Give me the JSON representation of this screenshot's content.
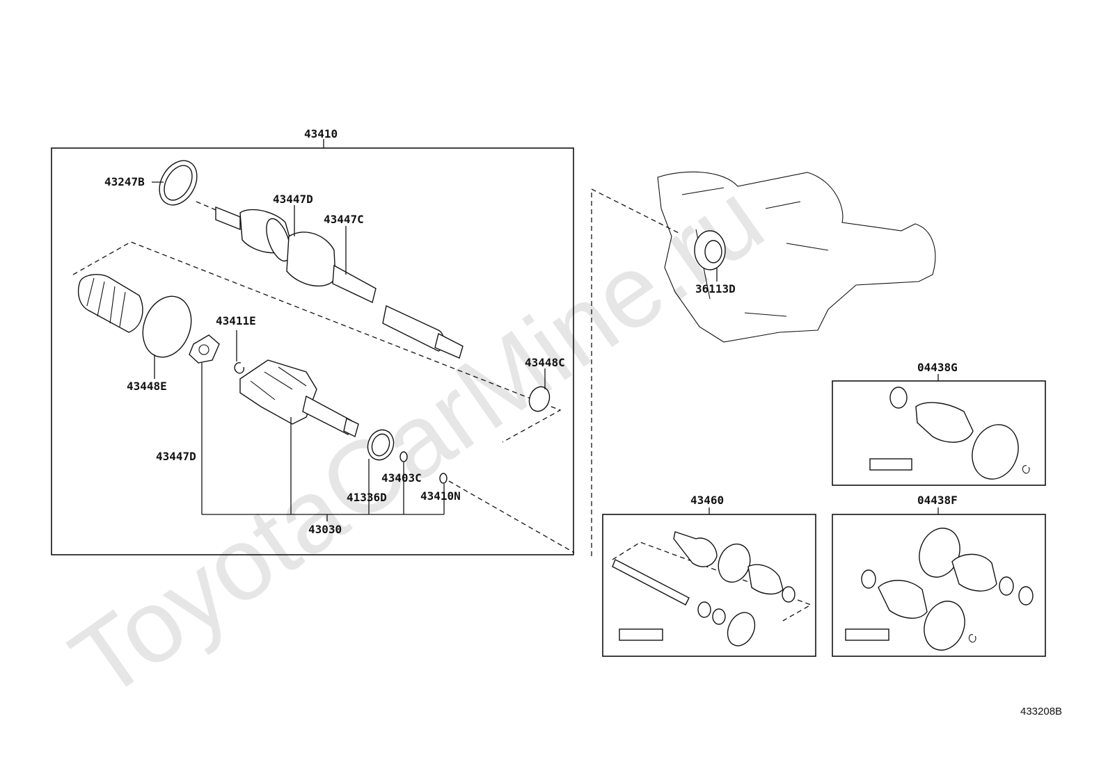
{
  "watermark": "ToyotaCarMine.ru",
  "diagram_ref": "433208B",
  "boxes": {
    "main": "43410",
    "inner_group": "43030",
    "kit_small": "43460",
    "kit_top": "04438G",
    "kit_bottom": "04438F"
  },
  "labels": {
    "p43247B": "43247B",
    "p43447D_top": "43447D",
    "p43447C": "43447C",
    "p43411E": "43411E",
    "p43448E": "43448E",
    "p43448C": "43448C",
    "p43447D_side": "43447D",
    "p43403C": "43403C",
    "p41336D": "41336D",
    "p43410N": "43410N",
    "p36113D": "36113D"
  }
}
